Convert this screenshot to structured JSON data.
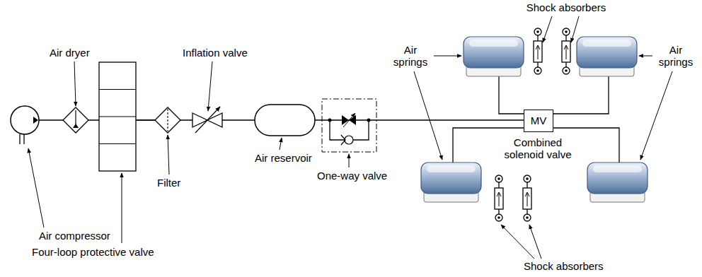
{
  "diagram": {
    "nodes": [
      {
        "text": [
          "MV"
        ]
      }
    ],
    "labels": [
      "Shock absorbers",
      "Air dryer",
      "Inflation valve",
      "Air springs",
      "Air springs",
      "Combined solenoid valve",
      "Air reservoir",
      "Filter",
      "One-way valve",
      "Air compressor",
      "Four-loop protective valve",
      "Shock absorbers"
    ]
  }
}
